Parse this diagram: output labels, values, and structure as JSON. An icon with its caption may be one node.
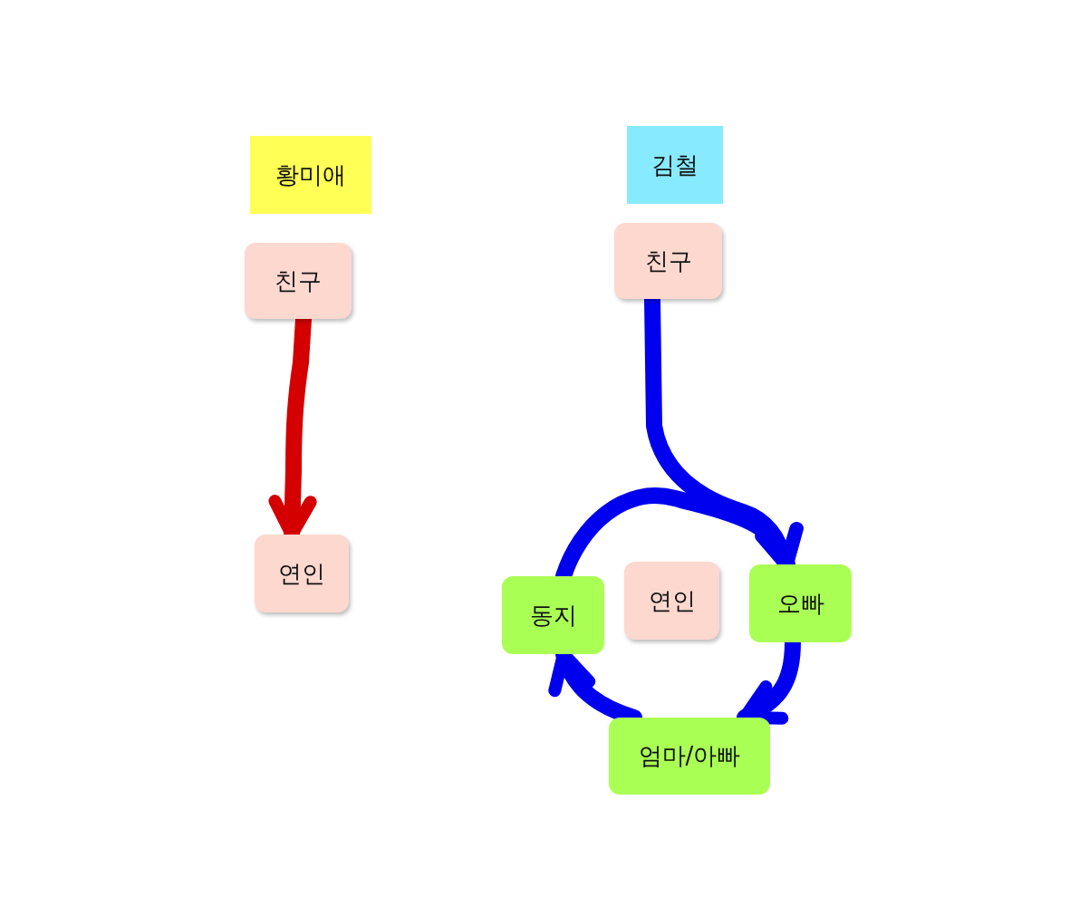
{
  "diagram": {
    "nodes": [
      {
        "text": [
          "황미애"
        ]
      },
      {
        "text": [
          "친구"
        ]
      },
      {
        "text": [
          "연인"
        ]
      },
      {
        "text": [
          "김철"
        ]
      },
      {
        "text": [
          "친구"
        ]
      },
      {
        "text": [
          "동지"
        ]
      },
      {
        "text": [
          "연인"
        ]
      },
      {
        "text": [
          "오빠"
        ]
      },
      {
        "text": [
          "엄마/아빠"
        ]
      }
    ],
    "edges": [
      {
        "from": 1,
        "to": 2,
        "arrow": "to",
        "color": "#d40000"
      },
      {
        "from": 4,
        "to": 7,
        "arrow": "to"
      },
      {
        "from": 5,
        "to": 7,
        "arrow": "to"
      },
      {
        "from": 7,
        "to": 8,
        "arrow": "to"
      },
      {
        "from": 8,
        "to": 5,
        "arrow": "to"
      }
    ]
  }
}
